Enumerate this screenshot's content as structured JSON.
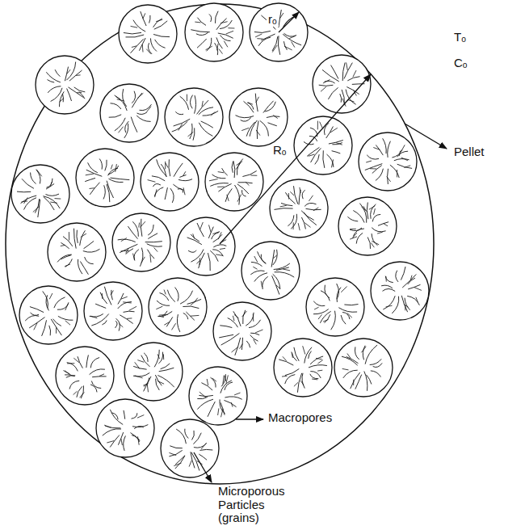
{
  "diagram": {
    "labels": [
      "rₒ",
      "Rₒ",
      "Tₒ",
      "Cₒ",
      "Pellet",
      "Macropores",
      "Microporous Particles (grains)"
    ]
  }
}
